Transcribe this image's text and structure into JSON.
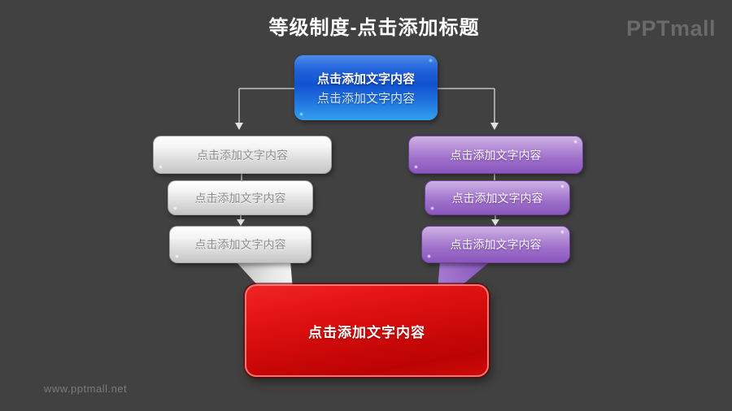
{
  "slide": {
    "title": "等级制度-点击添加标题",
    "brand": "PPTmall",
    "watermark": "www.pptmall.net"
  },
  "diagram": {
    "root": {
      "line1": "点击添加文字内容",
      "line2": "点击添加文字内容"
    },
    "left": {
      "items": [
        {
          "label": "点击添加文字内容"
        },
        {
          "label": "点击添加文字内容"
        },
        {
          "label": "点击添加文字内容"
        }
      ]
    },
    "right": {
      "items": [
        {
          "label": "点击添加文字内容"
        },
        {
          "label": "点击添加文字内容"
        },
        {
          "label": "点击添加文字内容"
        }
      ]
    },
    "bottom": {
      "label": "点击添加文字内容"
    }
  },
  "colors": {
    "background": "#414141",
    "root_blue": "#1152ce",
    "branch_gray": "#d9d9d9",
    "branch_purple": "#9a6cc8",
    "summary_red": "#cb0808",
    "connector": "#d9d9d9",
    "title_text": "#ffffff"
  }
}
